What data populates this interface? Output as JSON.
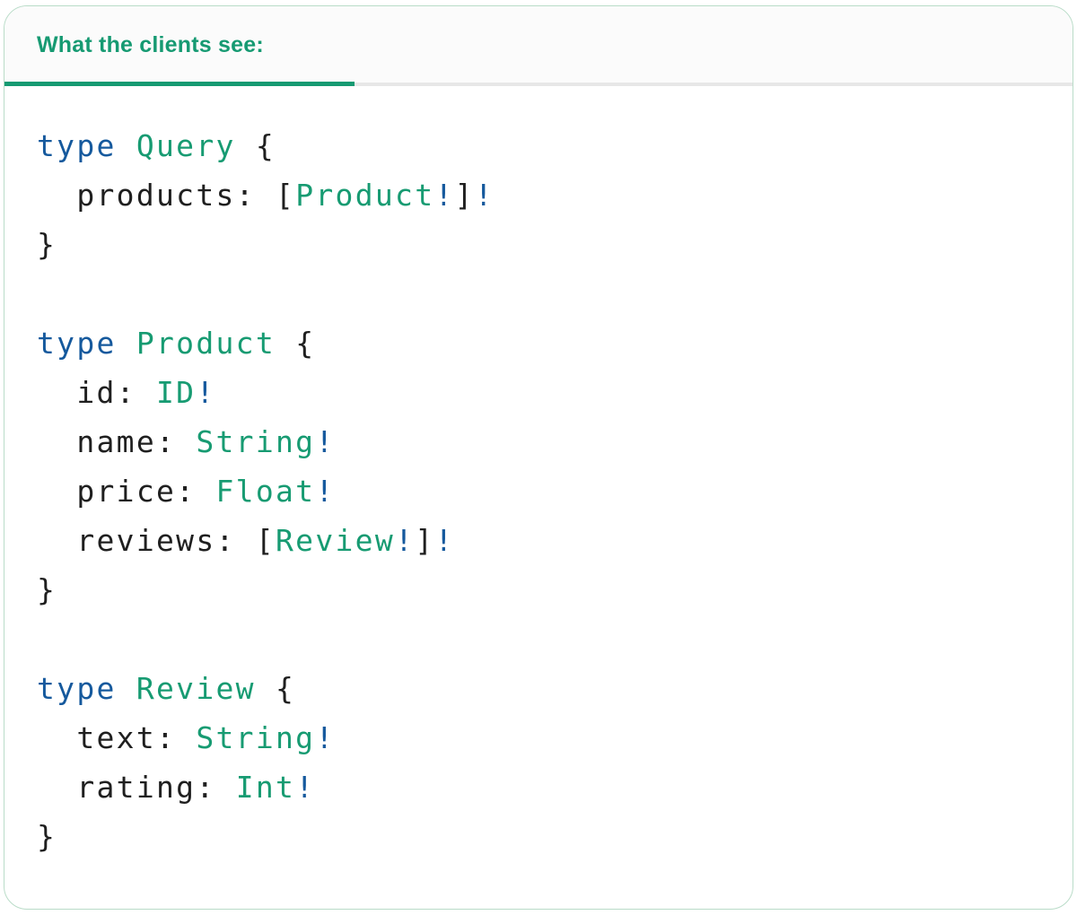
{
  "header": {
    "title": "What the clients see:"
  },
  "colors": {
    "accent_green": "#169a72",
    "keyword_blue": "#15599d",
    "type_green": "#179b72",
    "code_plain": "#1f1f1f",
    "divider_gray": "#e7e7e7",
    "card_border": "#b9dcc8",
    "header_bg": "#fbfbfb"
  },
  "code": {
    "language": "graphql",
    "lines": [
      [
        {
          "t": "type",
          "s": "kw"
        },
        {
          "t": " ",
          "s": "plain"
        },
        {
          "t": "Query",
          "s": "type"
        },
        {
          "t": " {",
          "s": "plain"
        }
      ],
      [
        {
          "t": "  products: [",
          "s": "plain"
        },
        {
          "t": "Product",
          "s": "type"
        },
        {
          "t": "!",
          "s": "bang"
        },
        {
          "t": "]",
          "s": "plain"
        },
        {
          "t": "!",
          "s": "bang"
        }
      ],
      [
        {
          "t": "}",
          "s": "plain"
        }
      ],
      [],
      [
        {
          "t": "type",
          "s": "kw"
        },
        {
          "t": " ",
          "s": "plain"
        },
        {
          "t": "Product",
          "s": "type"
        },
        {
          "t": " {",
          "s": "plain"
        }
      ],
      [
        {
          "t": "  id: ",
          "s": "plain"
        },
        {
          "t": "ID",
          "s": "type"
        },
        {
          "t": "!",
          "s": "bang"
        }
      ],
      [
        {
          "t": "  name: ",
          "s": "plain"
        },
        {
          "t": "String",
          "s": "type"
        },
        {
          "t": "!",
          "s": "bang"
        }
      ],
      [
        {
          "t": "  price: ",
          "s": "plain"
        },
        {
          "t": "Float",
          "s": "type"
        },
        {
          "t": "!",
          "s": "bang"
        }
      ],
      [
        {
          "t": "  reviews: [",
          "s": "plain"
        },
        {
          "t": "Review",
          "s": "type"
        },
        {
          "t": "!",
          "s": "bang"
        },
        {
          "t": "]",
          "s": "plain"
        },
        {
          "t": "!",
          "s": "bang"
        }
      ],
      [
        {
          "t": "}",
          "s": "plain"
        }
      ],
      [],
      [
        {
          "t": "type",
          "s": "kw"
        },
        {
          "t": " ",
          "s": "plain"
        },
        {
          "t": "Review",
          "s": "type"
        },
        {
          "t": " {",
          "s": "plain"
        }
      ],
      [
        {
          "t": "  text: ",
          "s": "plain"
        },
        {
          "t": "String",
          "s": "type"
        },
        {
          "t": "!",
          "s": "bang"
        }
      ],
      [
        {
          "t": "  rating: ",
          "s": "plain"
        },
        {
          "t": "Int",
          "s": "type"
        },
        {
          "t": "!",
          "s": "bang"
        }
      ],
      [
        {
          "t": "}",
          "s": "plain"
        }
      ]
    ]
  }
}
